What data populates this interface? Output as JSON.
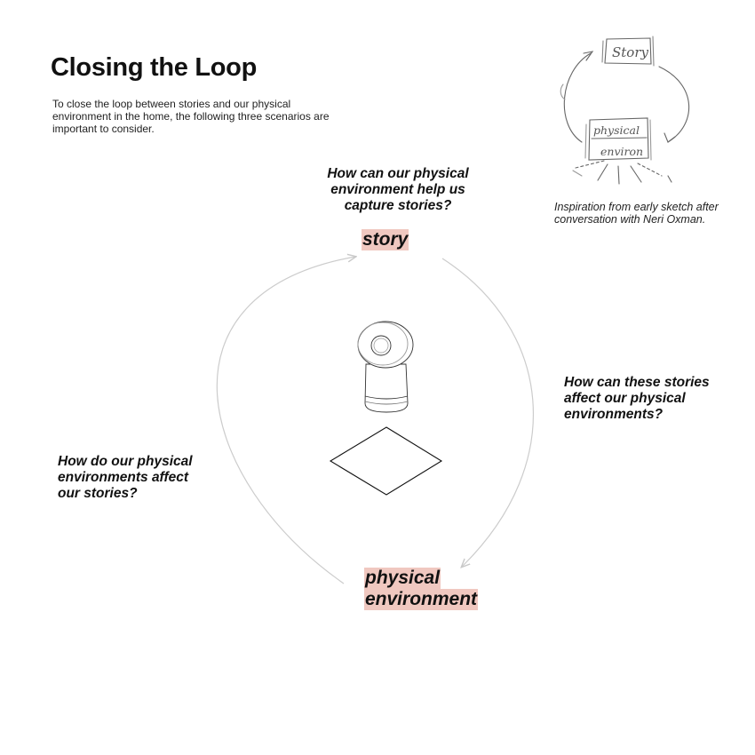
{
  "title": "Closing the Loop",
  "intro": "To close the loop between stories and our physical environment in the home, the following three scenarios are important to consider.",
  "questions": {
    "top": "How can our physical environment help us capture stories?",
    "right": "How can these stories affect our physical environments?",
    "left": "How do our physical environments affect our stories?"
  },
  "nodes": {
    "story": "story",
    "environment_line1": "physical",
    "environment_line2": "environment"
  },
  "sketch": {
    "caption": "Inspiration from early sketch after conversation with Neri Oxman.",
    "label_top": "Story",
    "label_mid": "physical",
    "label_bottom": "environ"
  },
  "colors": {
    "highlight": "#f0c8c0",
    "arrow": "#cccccc",
    "outline": "#222222"
  }
}
